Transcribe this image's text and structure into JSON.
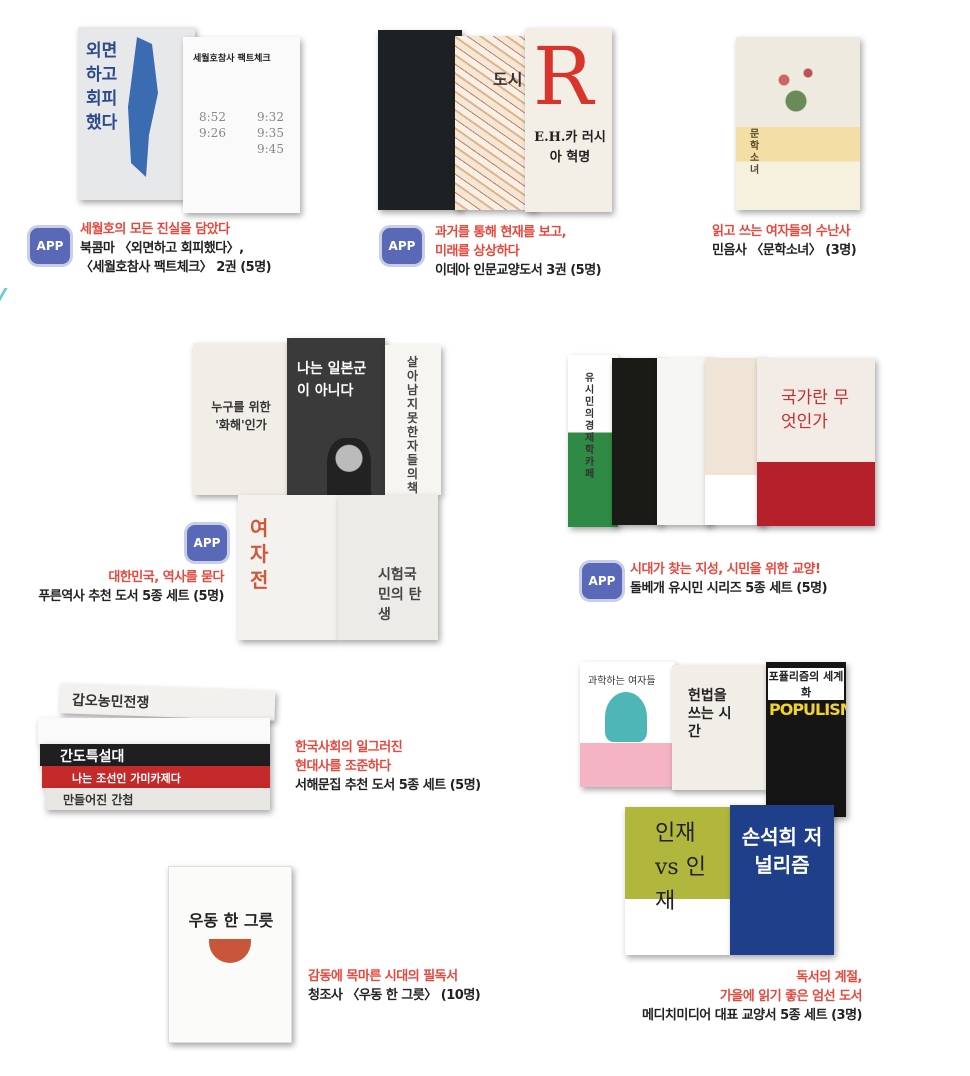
{
  "badge_label": "APP",
  "colors": {
    "accent_red": "#e8473c",
    "badge_blue": "#5a68b8"
  },
  "items": [
    {
      "title": "세월호의 모든 진실을 담았다",
      "desc1": "북콤마 〈외면하고 회피했다〉,",
      "desc2": "〈세월호참사 팩트체크〉 2권 (5명)",
      "covers": [
        "외면하고 회피했다",
        "세월호참사 팩트체크"
      ]
    },
    {
      "title1": "과거를 통해 현재를 보고,",
      "title2": "미래를 상상하다",
      "desc": "이데아 인문교양도서 3권 (5명)",
      "covers": [
        "도시",
        "E.H.카 러시아 혁명"
      ]
    },
    {
      "title": "읽고 쓰는 여자들의 수난사",
      "desc": "민음사 〈문학소녀〉 (3명)",
      "covers": [
        "문학소녀"
      ]
    },
    {
      "title": "대한민국, 역사를 묻다",
      "desc": "푸른역사 추천 도서 5종 세트 (5명)",
      "covers": [
        "누구를 위한 '화해'인가",
        "나는 일본군이 아니다",
        "살아남지 못한 자들의 책 읽기",
        "여자전",
        "시험국민의 탄생"
      ]
    },
    {
      "title": "시대가 찾는 지성, 시민을 위한 교양!",
      "desc": "돌베개 유시민 시리즈 5종 세트 (5명)",
      "covers": [
        "유시민의 경제학 카페",
        "국가란 무엇인가"
      ]
    },
    {
      "title1": "한국사회의 일그러진",
      "title2": "현대사를 조준하다",
      "desc": "서해문집 추천 도서 5종 세트 (5명)",
      "covers": [
        "갑오농민전쟁",
        "간도특설대",
        "나는 조선인 가미카제다",
        "만들어진 간첩"
      ]
    },
    {
      "title": "감동에 목마른 시대의 필독서",
      "desc": "청조사 〈우동 한 그릇〉 (10명)",
      "covers": [
        "우동 한 그릇"
      ]
    },
    {
      "title1": "독서의 계절,",
      "title2": "가을에 읽기 좋은 엄선 도서",
      "desc": "메디치미디어 대표 교양서 5종 세트 (3명)",
      "covers": [
        "과학하는 여자들",
        "헌법을 쓰는 시간",
        "포퓰리즘의 세계화",
        "POPULISM",
        "인재 vs 인재",
        "손석희 저널리즘"
      ]
    }
  ]
}
